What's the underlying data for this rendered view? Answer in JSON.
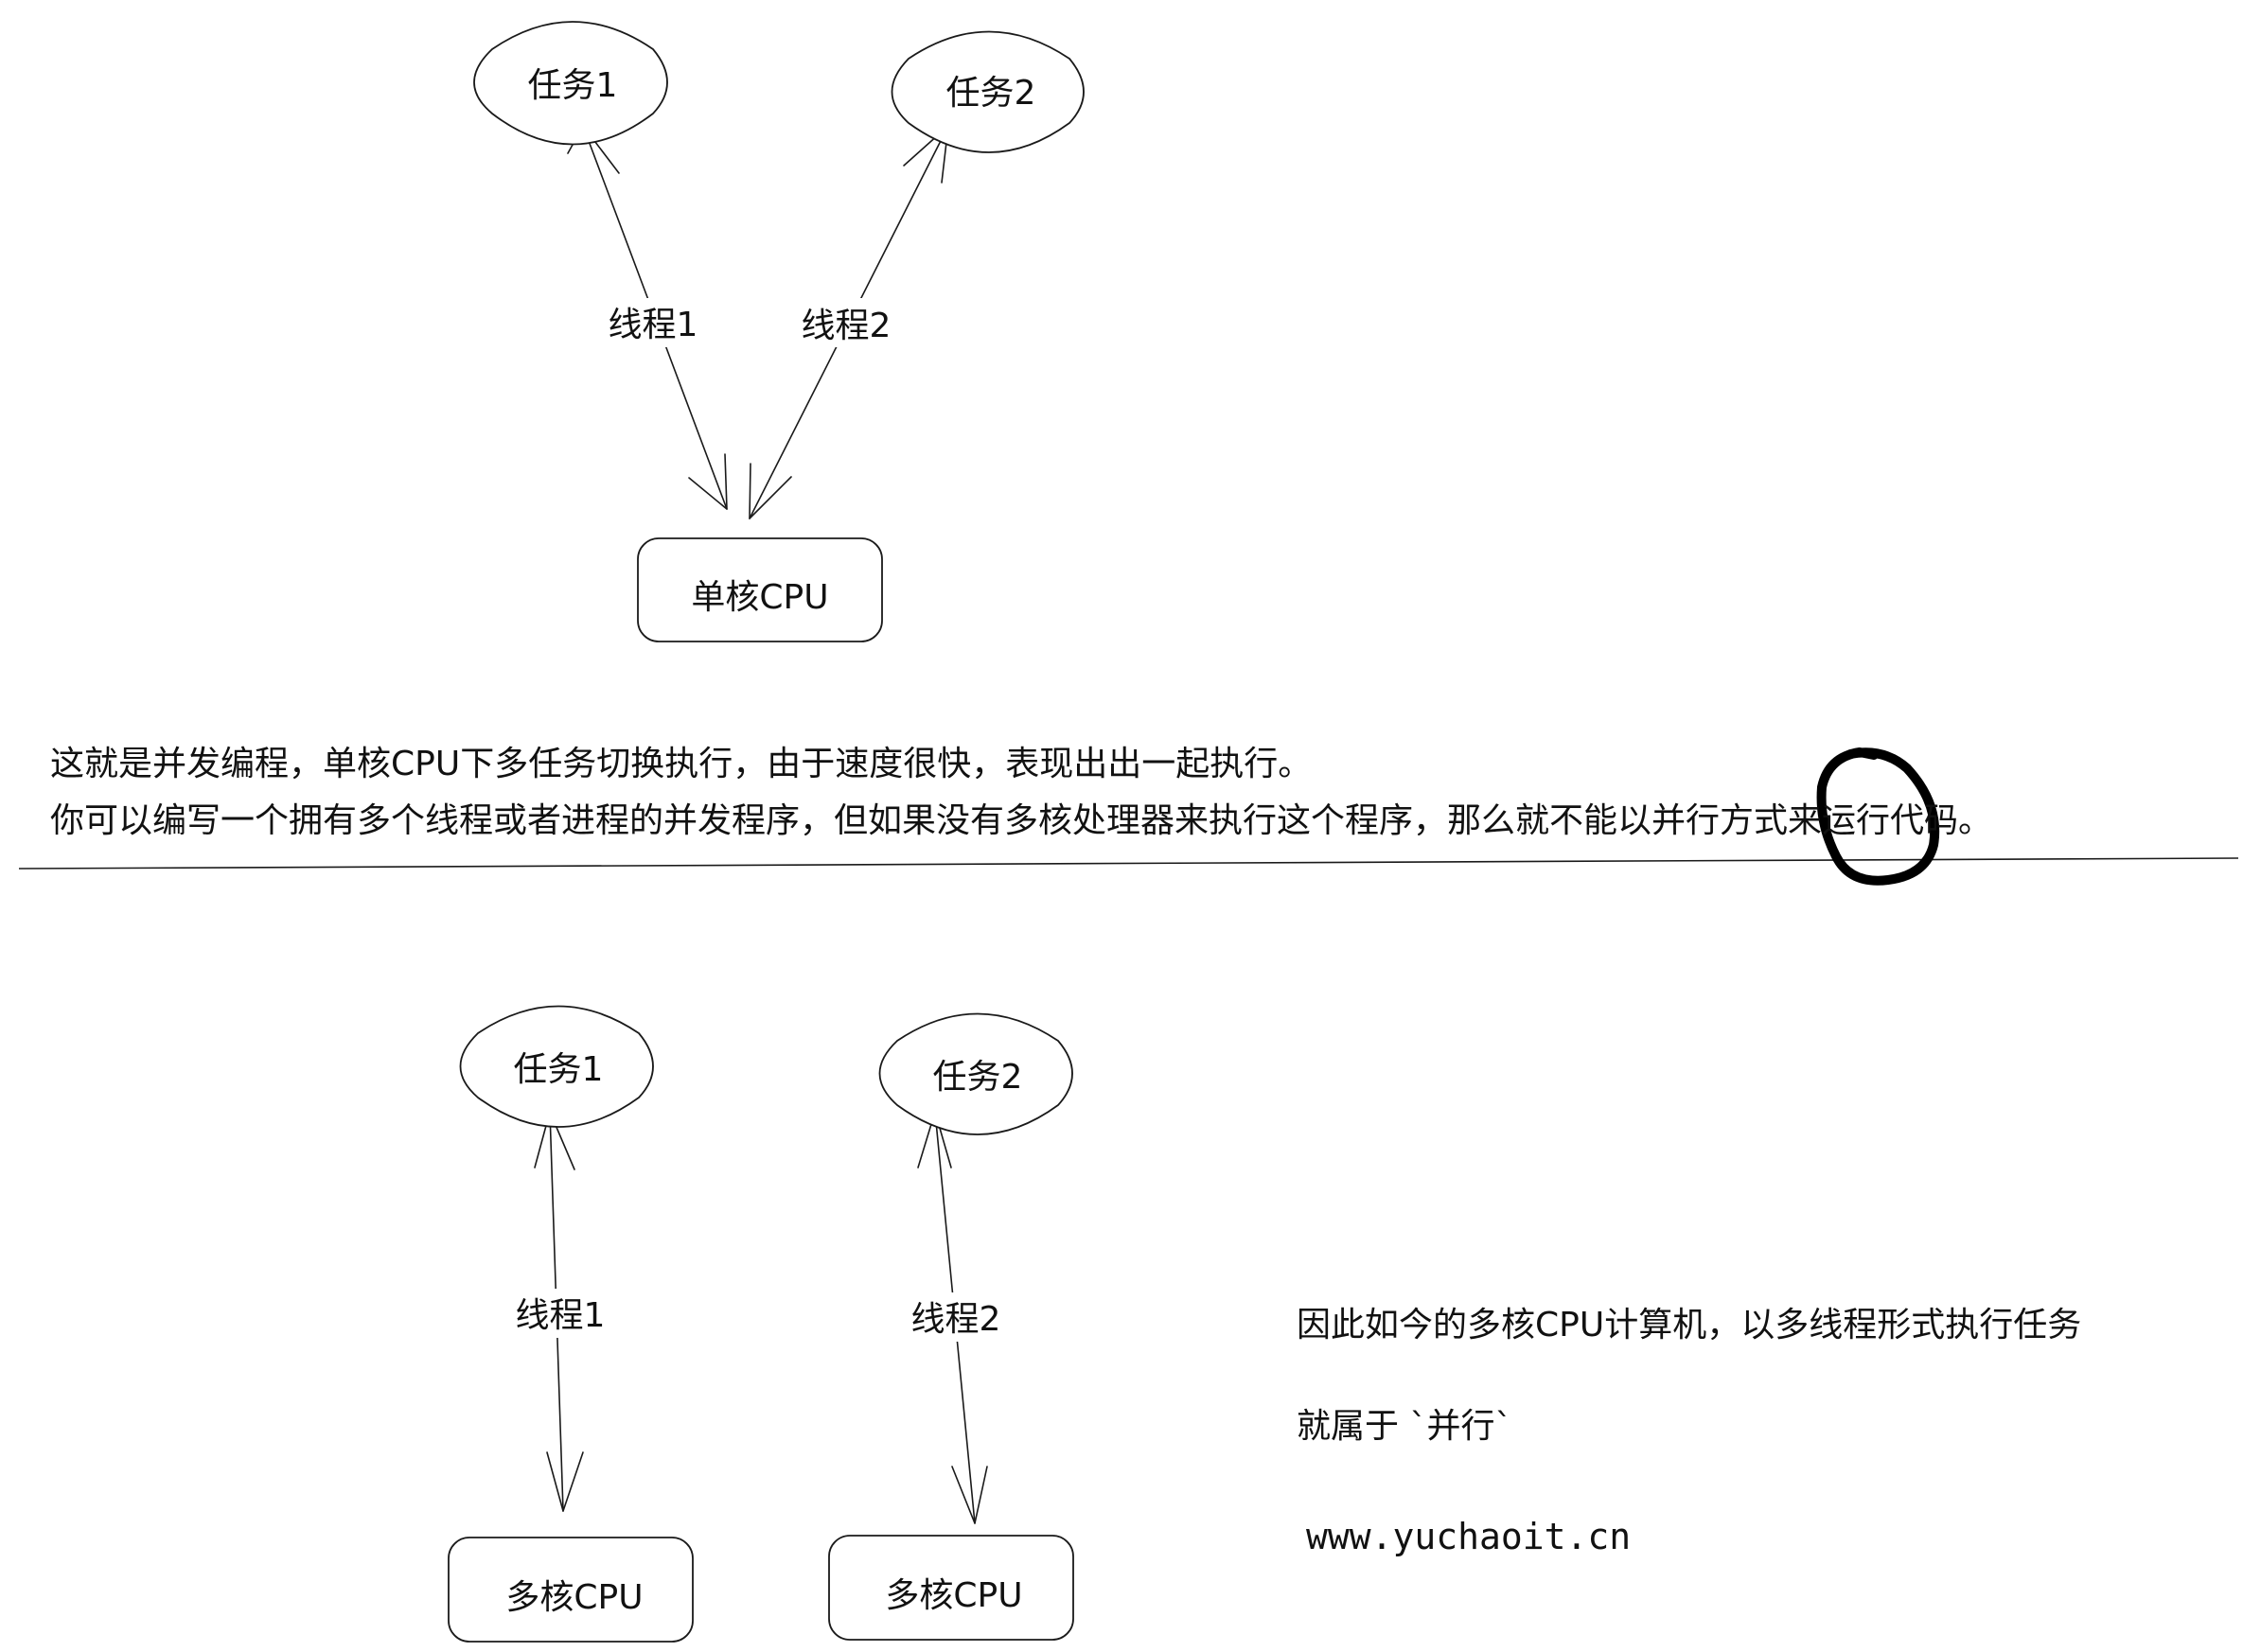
{
  "top_diagram": {
    "task1": "任务1",
    "task2": "任务2",
    "thread1": "线程1",
    "thread2": "线程2",
    "cpu": "单核CPU"
  },
  "explanation": {
    "line1": "这就是并发编程，单核CPU下多任务切换执行，由于速度很快，表现出出一起执行。",
    "line2": "你可以编写一个拥有多个线程或者进程的并发程序，但如果没有多核处理器来执行这个程序，那么就不能以并行方式来运行代码。"
  },
  "bottom_diagram": {
    "task1": "任务1",
    "task2": "任务2",
    "thread1": "线程1",
    "thread2": "线程2",
    "cpu1": "多核CPU",
    "cpu2": "多核CPU"
  },
  "notes": {
    "line1": "因此如今的多核CPU计算机，以多线程形式执行任务",
    "line2": "就属于 `并行`",
    "url": "www.yuchaoit.cn"
  }
}
